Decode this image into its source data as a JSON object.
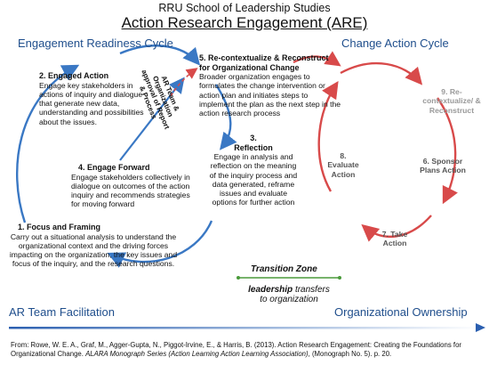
{
  "header": {
    "supertitle": "RRU School of Leadership Studies",
    "title": "Action Research Engagement (ARE)"
  },
  "cycles": {
    "left": "Engagement Readiness  Cycle",
    "right": "Change Action Cycle"
  },
  "steps": {
    "s1": {
      "title": "1.   Focus and Framing",
      "body": "Carry out a situational analysis to understand the organizational context and the driving forces impacting on the organization, the key issues and focus of the inquiry, and the research questions."
    },
    "s2": {
      "title": "2. Engaged Action",
      "body": "Engage key stakeholders in actions of inquiry and dialogue that generate new data, understanding and possibilities about the issues."
    },
    "s3": {
      "title": "3.\nReflection",
      "body": "Engage in analysis and reflection on the meaning of the inquiry process and data generated, reframe issues and evaluate options for further action"
    },
    "s4": {
      "title": "4. Engage Forward",
      "body": "Engage stakeholders collectively in dialogue on outcomes of the action inquiry and recommends strategies for moving forward"
    },
    "s5": {
      "title": "5. Re-contextualize & Reconstruct for Organizational Change",
      "body": "Broader organization engages to formulates  the change intervention or action plan and initiates steps to implement the plan as the next step in the action research process"
    }
  },
  "ar_box": "AR Team & Organization approval of Report & Process",
  "change_nodes": {
    "n6": "6. Sponsor Plans Action",
    "n7": "7. Take Action",
    "n8": "8. Evaluate Action",
    "n9": "9. Re-contextualize/ & Reconstruct"
  },
  "transition": {
    "zone": "Transition Zone",
    "leadership_bold": "leadership",
    "leadership_rest": " transfers",
    "to_org": "to organization"
  },
  "footer": {
    "left": "AR Team Facilitation",
    "right": "Organizational Ownership"
  },
  "citation": {
    "part1": "From: Rowe, W. E. A., Graf, M., Agger-Gupta, N., Piggot-Irvine, E., & Harris, B. (2013). Action Research Engagement: Creating the Foundations for Organizational Change. ",
    "series": "ALARA Monograph Series (Action Learning Action Learning Association)",
    "part2": ", (Monograph No. 5). p. 20."
  },
  "colors": {
    "blue_arrow": "#3a78c4",
    "red_arrow": "#d84a4a",
    "heading_blue": "#1f4e8c",
    "gray_text": "#999999"
  }
}
